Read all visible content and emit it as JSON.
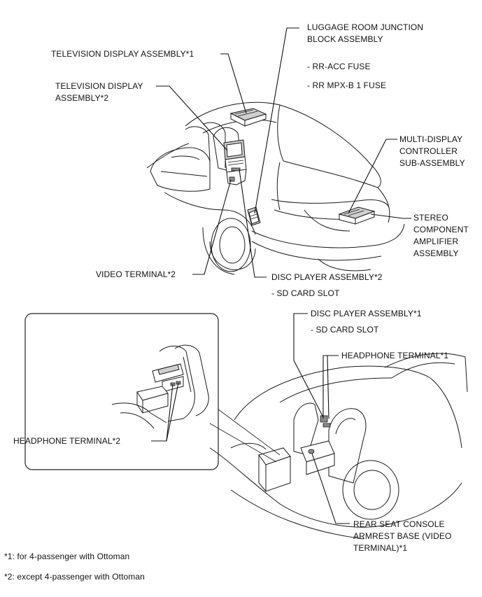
{
  "labels": {
    "luggage_junction": [
      "LUGGAGE ROOM JUNCTION",
      "BLOCK ASSEMBLY"
    ],
    "rr_acc_fuse": "- RR-ACC FUSE",
    "rr_mpx_fuse": "- RR MPX-B 1 FUSE",
    "tv_display_1": "TELEVISION DISPLAY ASSEMBLY*1",
    "tv_display_2": [
      "TELEVISION DISPLAY",
      "ASSEMBLY*2"
    ],
    "multi_display": [
      "MULTI-DISPLAY",
      "CONTROLLER",
      "SUB-ASSEMBLY"
    ],
    "stereo_amp": [
      "STEREO",
      "COMPONENT",
      "AMPLIFIER",
      "ASSEMBLY"
    ],
    "video_terminal_2": "VIDEO TERMINAL*2",
    "disc_player_2": "DISC PLAYER ASSEMBLY*2",
    "sd_card_slot_2": "- SD CARD SLOT",
    "disc_player_1": "DISC PLAYER ASSEMBLY*1",
    "sd_card_slot_1": "- SD CARD SLOT",
    "headphone_1": "HEADPHONE TERMINAL*1",
    "headphone_2": "HEADPHONE TERMINAL*2",
    "rear_console": [
      "REAR SEAT CONSOLE",
      "ARMREST BASE (VIDEO",
      "TERMINAL)*1"
    ]
  },
  "footnotes": {
    "note1": "*1: for 4-passenger with Ottoman",
    "note2": "*2: except 4-passenger with Ottoman"
  }
}
